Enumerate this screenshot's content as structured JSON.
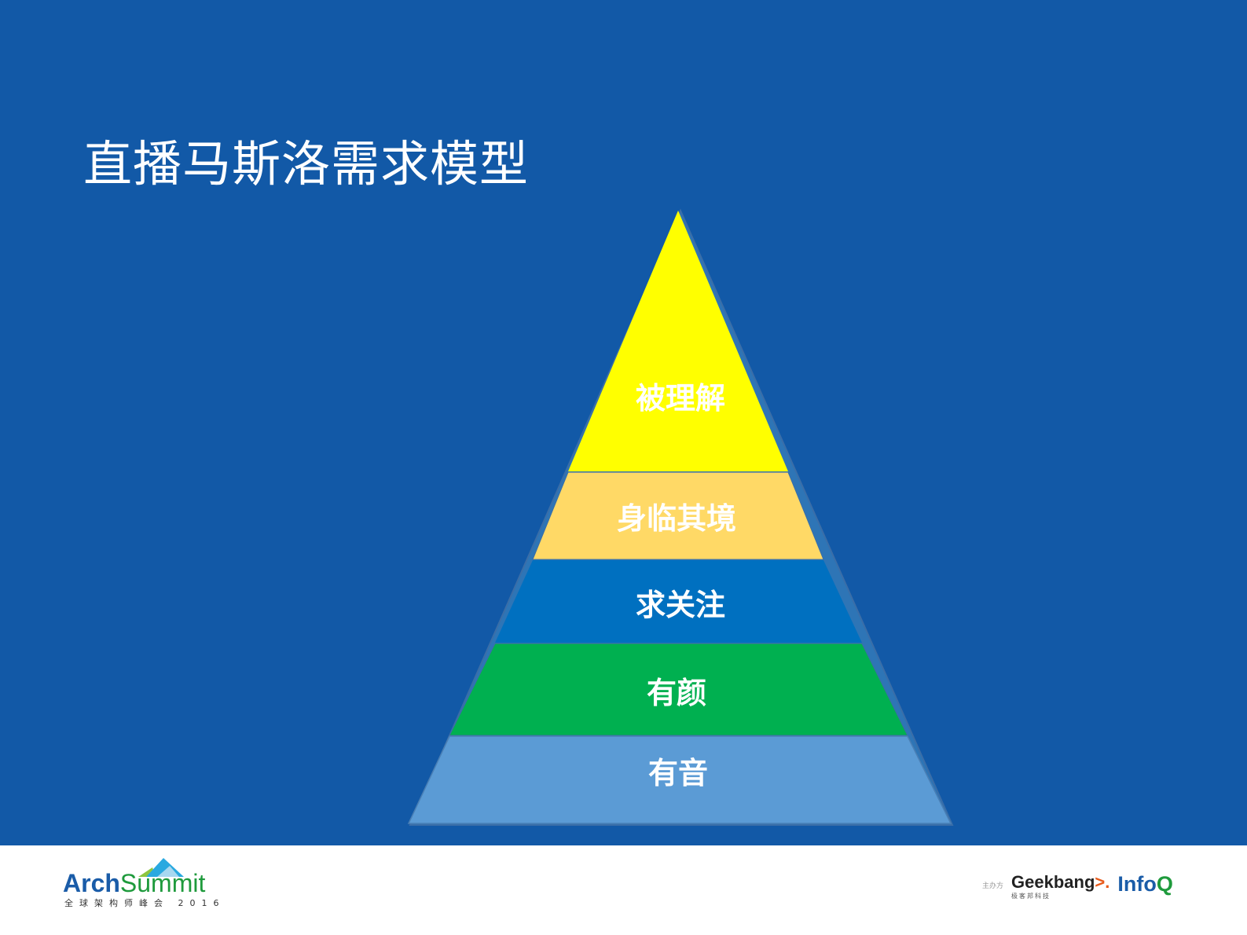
{
  "title": "直播马斯洛需求模型",
  "pyramid": {
    "levels": [
      {
        "label": "被理解",
        "color": "#ffff00"
      },
      {
        "label": "身临其境",
        "color": "#ffd966"
      },
      {
        "label": "求关注",
        "color": "#0070c0"
      },
      {
        "label": "有颜",
        "color": "#00b050"
      },
      {
        "label": "有音",
        "color": "#5b9bd5"
      }
    ]
  },
  "footer": {
    "archsummit": {
      "arch": "Arch",
      "summit": "Summit",
      "subtitle": "全球架构师峰会 2016"
    },
    "organizer_label": "主办方",
    "geekbang": {
      "name": "Geekbang",
      "mark": ">.",
      "subtitle": "极客邦科技"
    },
    "infoq": {
      "info": "Info",
      "q": "Q"
    }
  }
}
